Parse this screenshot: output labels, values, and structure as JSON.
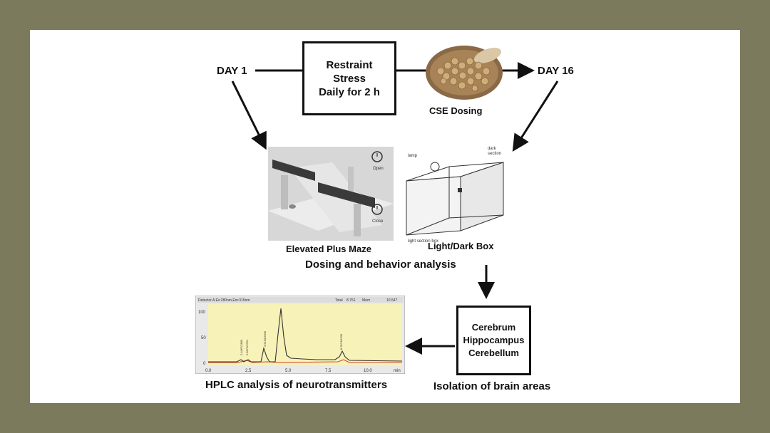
{
  "flow": {
    "day_start": "DAY 1",
    "day_end": "DAY 16",
    "stress_box": [
      "Restraint",
      "Stress",
      "Daily for 2 h"
    ],
    "dosing_label": "CSE Dosing"
  },
  "behavior": {
    "epm_label": "Elevated Plus Maze",
    "epm_open": "Open",
    "epm_close": "Close",
    "ldb_label": "Light/Dark Box",
    "ldb_lamp": "lamp",
    "ldb_dark": "dark",
    "ldb_section": "section",
    "ldb_light_box": "light section box",
    "caption": "Dosing and behavior analysis"
  },
  "brain": {
    "areas": [
      "Cerebrum",
      "Hippocampus",
      "Cerebellum"
    ],
    "caption": "Isolation of brain areas"
  },
  "hplc": {
    "caption": "HPLC analysis of neurotransmitters",
    "header_left": "Detector A Ex:280nm,Em:315nm",
    "header_mid": "Total",
    "header_mid_val": "8.751",
    "header_unit": "Mem",
    "header_right": "10.547",
    "y_ticks": [
      "100",
      "50",
      "0"
    ],
    "x_ticks": [
      "0.0",
      "2.5",
      "5.0",
      "7.5",
      "10.0"
    ],
    "x_unit": "min",
    "peaks": [
      "2.4467/2809",
      "2.8372/3791",
      "3.6150/3635",
      "8.3574/5230"
    ],
    "colors": {
      "plot_bg": "#f7f2b8",
      "trace": "#333333",
      "baseline": "#d04030"
    }
  }
}
